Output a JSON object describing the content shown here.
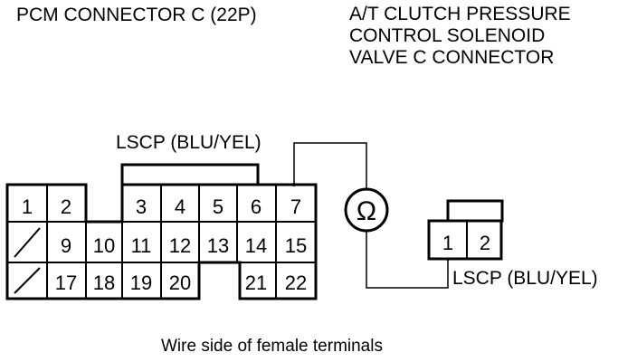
{
  "pcm_connector": {
    "title": "PCM CONNECTOR C (22P)",
    "pins": {
      "p1": "1",
      "p2": "2",
      "p3": "3",
      "p4": "4",
      "p5": "5",
      "p6": "6",
      "p7": "7",
      "p9": "9",
      "p10": "10",
      "p11": "11",
      "p12": "12",
      "p13": "13",
      "p14": "14",
      "p15": "15",
      "p17": "17",
      "p18": "18",
      "p19": "19",
      "p20": "20",
      "p21": "21",
      "p22": "22"
    }
  },
  "solenoid_connector": {
    "title_lines": [
      "A/T CLUTCH PRESSURE",
      "CONTROL SOLENOID",
      "VALVE C CONNECTOR"
    ],
    "pins": {
      "p1": "1",
      "p2": "2"
    }
  },
  "wires": {
    "top_label": "LSCP (BLU/YEL)",
    "bottom_label": "LSCP (BLU/YEL)"
  },
  "meter": {
    "symbol": "Ω",
    "icon": "ohmmeter-icon"
  },
  "caption": "Wire side of female terminals"
}
